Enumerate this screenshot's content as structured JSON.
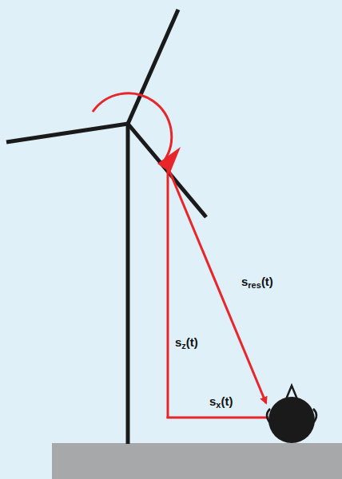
{
  "diagram": {
    "labels": [
      "sres(t)",
      "sz(t)",
      "sx(t)"
    ]
  }
}
